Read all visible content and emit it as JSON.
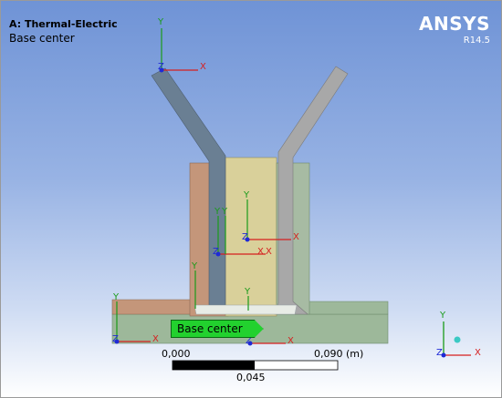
{
  "viewport": {
    "analysis_title": "A: Thermal-Electric",
    "analysis_subtitle": "Base center"
  },
  "branding": {
    "product": "ANSYS",
    "version": "R14.5"
  },
  "annotation": {
    "label": "Base center",
    "color": "#22d12e"
  },
  "scale_bar": {
    "start_label": "0,000",
    "end_label": "0,090 (m)",
    "mid_label": "0,045"
  },
  "axes_labels": {
    "x": "X",
    "y": "Y",
    "z": "Z"
  },
  "colors": {
    "x_axis": "#d61f1f",
    "y_axis": "#1a9b1a",
    "z_axis": "#1f2ad6",
    "copper_part": "#c4967a",
    "yellow_part": "#d9d09a",
    "steel_part": "#9aa3a7",
    "grey_leg": "#a8a8a8",
    "green_base": "#9db89a"
  }
}
